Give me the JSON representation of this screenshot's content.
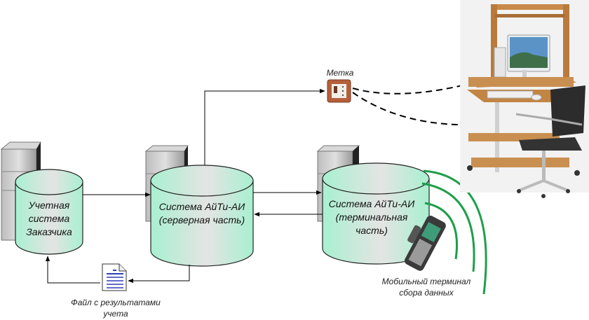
{
  "diagram": {
    "nodes": {
      "customer_accounting": {
        "lines": [
          "Учетная",
          "система",
          "Заказчика"
        ]
      },
      "server": {
        "lines": [
          "Система АйТи-АИ",
          "(серверная часть)"
        ]
      },
      "terminal": {
        "lines": [
          "Система АйТи-АИ",
          "(терминальная",
          "часть)"
        ]
      },
      "tag": {
        "label": "Метка"
      },
      "file": {
        "lines": [
          "Файл с результатами",
          "учета"
        ]
      },
      "mobile": {
        "lines": [
          "Мобильный терминал",
          "сбора данных"
        ]
      }
    },
    "colors": {
      "cylinder_fill": "#b6f0d6",
      "cylinder_highlight": "#e6e6e6",
      "wave": "#1e9e4a",
      "document_lines": "#2f3fb8",
      "tag_fill": "#b5603a"
    },
    "edges": [
      {
        "from": "customer_accounting",
        "to": "server",
        "style": "solid"
      },
      {
        "from": "server",
        "to": "terminal",
        "style": "solid"
      },
      {
        "from": "terminal",
        "to": "server",
        "style": "solid"
      },
      {
        "from": "server",
        "to": "tag",
        "style": "solid"
      },
      {
        "from": "server",
        "to": "file",
        "style": "solid"
      },
      {
        "from": "file",
        "to": "customer_accounting",
        "style": "solid"
      },
      {
        "from": "tag",
        "to": "monitor",
        "style": "dashed"
      },
      {
        "from": "tag",
        "to": "chair",
        "style": "dashed"
      }
    ]
  }
}
